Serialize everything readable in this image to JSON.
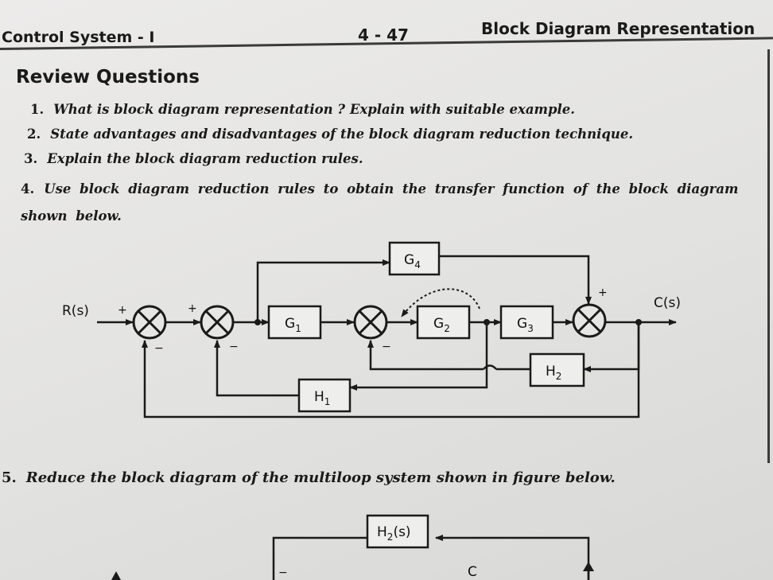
{
  "header": {
    "left": "Control System - I",
    "page_number": "4 - 47",
    "right": "Block Diagram Representation"
  },
  "section": {
    "title": "Review Questions"
  },
  "questions": [
    {
      "num": "1.",
      "text": "What is block diagram representation ? Explain with suitable example."
    },
    {
      "num": "2.",
      "text": "State advantages and disadvantages of the block diagram reduction technique."
    },
    {
      "num": "3.",
      "text": "Explain the block diagram reduction rules."
    },
    {
      "num": "4.",
      "text": "Use block diagram reduction rules to obtain the transfer function of the block diagram shown below."
    },
    {
      "num": "5.",
      "text": "Reduce the block diagram of the multiloop system shown in figure below."
    }
  ],
  "diagram1": {
    "input_label": "R(s)",
    "output_label": "C(s)",
    "blocks": {
      "g1": "G",
      "g2": "G",
      "g3": "G",
      "g4": "G",
      "h1": "H",
      "h2": "H"
    },
    "subscripts": {
      "g1": "1",
      "g2": "2",
      "g3": "3",
      "g4": "4",
      "h1": "1",
      "h2": "2"
    },
    "signs": {
      "plus": "+",
      "minus": "−"
    }
  },
  "diagram2": {
    "block_main": "H",
    "block_sub": "2",
    "block_suffix": "(s)",
    "label_c": "C",
    "minus_label": "−"
  },
  "colors": {
    "ink": "#1a1a1a",
    "paper": "#e6e6e4"
  }
}
